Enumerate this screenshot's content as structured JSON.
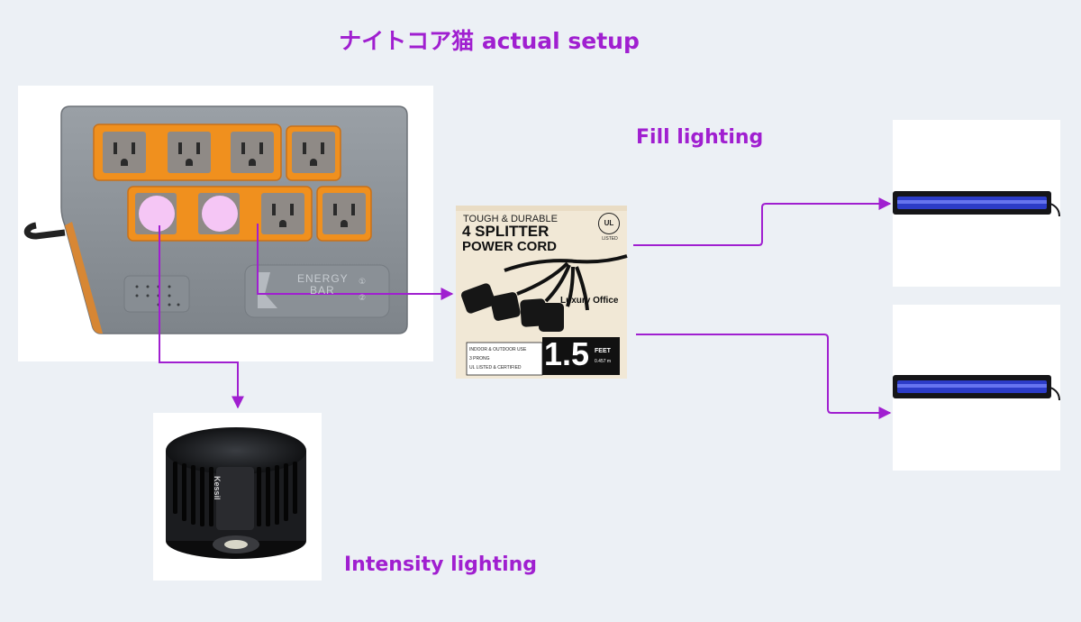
{
  "diagram": {
    "title": "ナイトコア猫 actual setup",
    "labels": {
      "fill": "Fill lighting",
      "intensity": "Intensity lighting"
    },
    "power_strip": {
      "brand_line1": "ENERGY",
      "brand_line2": "BAR",
      "switch_mark_1": "①",
      "switch_mark_2": "②"
    },
    "splitter": {
      "line1": "TOUGH & DURABLE",
      "line2": "4 SPLITTER",
      "line3": "POWER CORD",
      "cert_mark": "UL",
      "cert_sub": "LISTED",
      "brand": "Luxury Office",
      "feature1": "INDOOR & OUTDOOR USE",
      "feature2": "3 PRONG",
      "feature3": "UL LISTED & CERTIFIED",
      "length": "1.5",
      "unit": "FEET",
      "unit_sub": "0.457 m"
    },
    "light_brand": "Kessil",
    "colors": {
      "accent": "#a01fd0",
      "outlet_orange": "#f0901e",
      "highlight": "#f5c6f5",
      "background": "#ecf0f5"
    }
  }
}
